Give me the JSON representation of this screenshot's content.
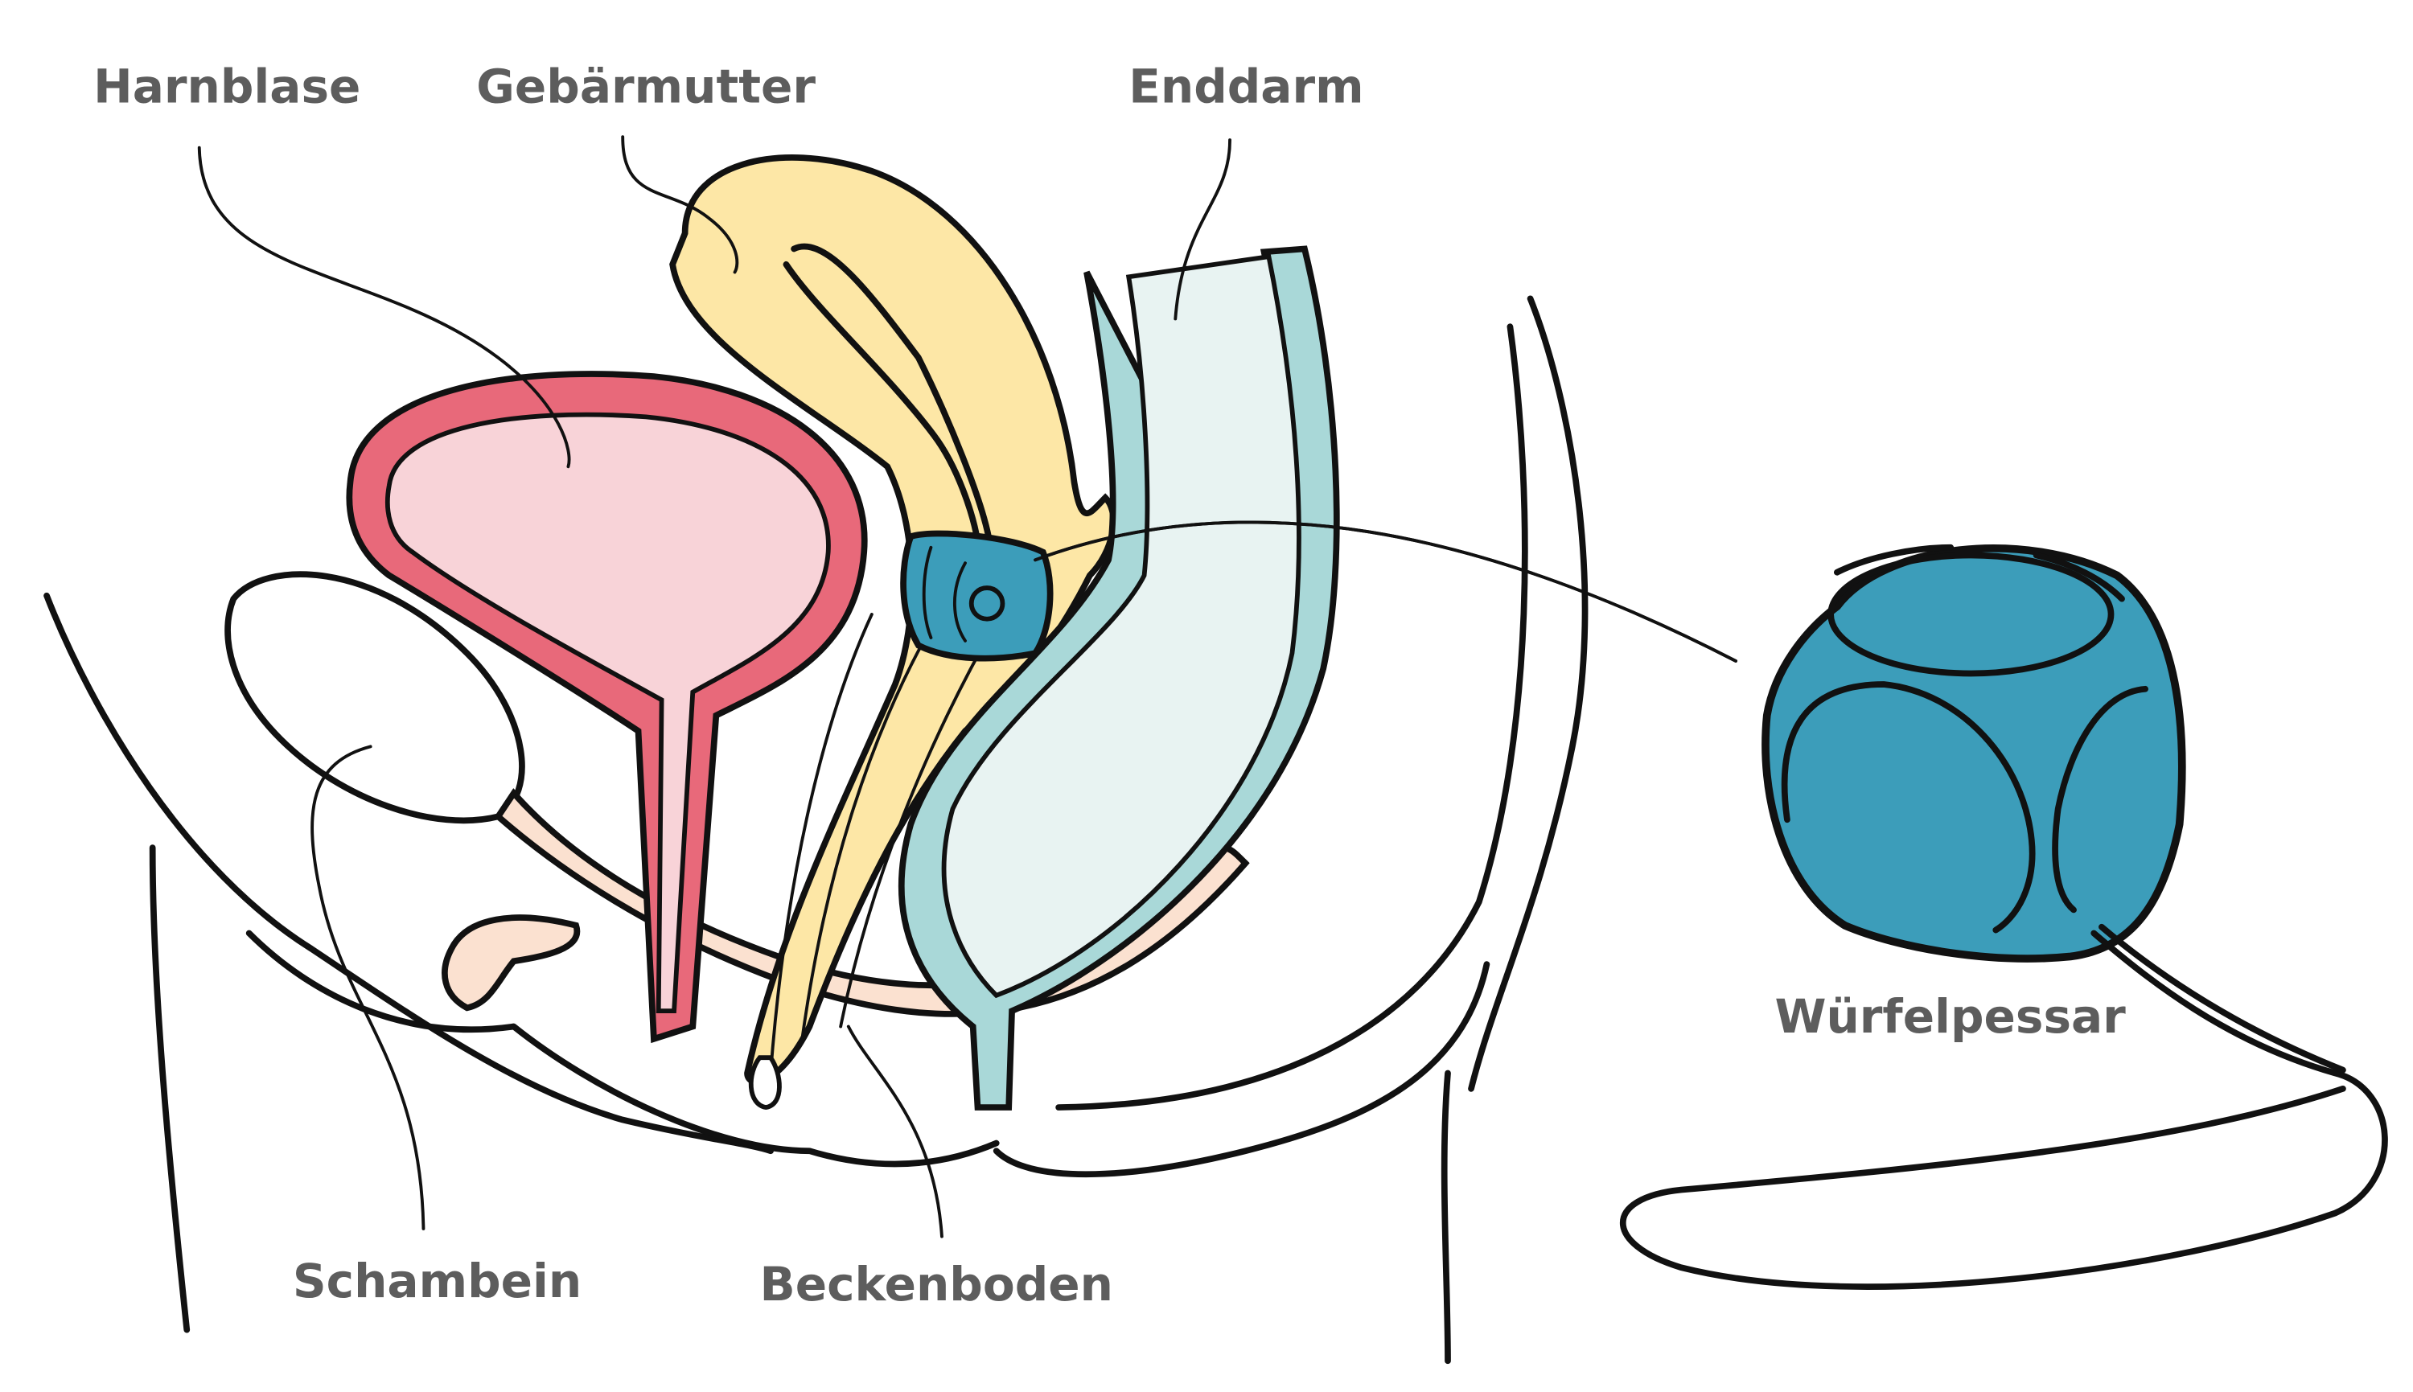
{
  "diagram": {
    "type": "anatomical-illustration",
    "labels": {
      "harnblase": "Harnblase",
      "gebaermutter": "Gebärmutter",
      "enddarm": "Enddarm",
      "schambein": "Schambein",
      "beckenboden": "Beckenboden",
      "wuerfelpessar": "Würfelpessar"
    },
    "colors": {
      "bladder_wall": "#e8697a",
      "bladder_fill": "#f8d3d8",
      "uterus": "#fde7a6",
      "rectum_wall": "#a9d8d8",
      "rectum_fill": "#e8f3f2",
      "pessary": "#3c9dba",
      "bone": "#fbe1d0",
      "label_text": "#5d5d5d",
      "outline": "#111111"
    }
  }
}
